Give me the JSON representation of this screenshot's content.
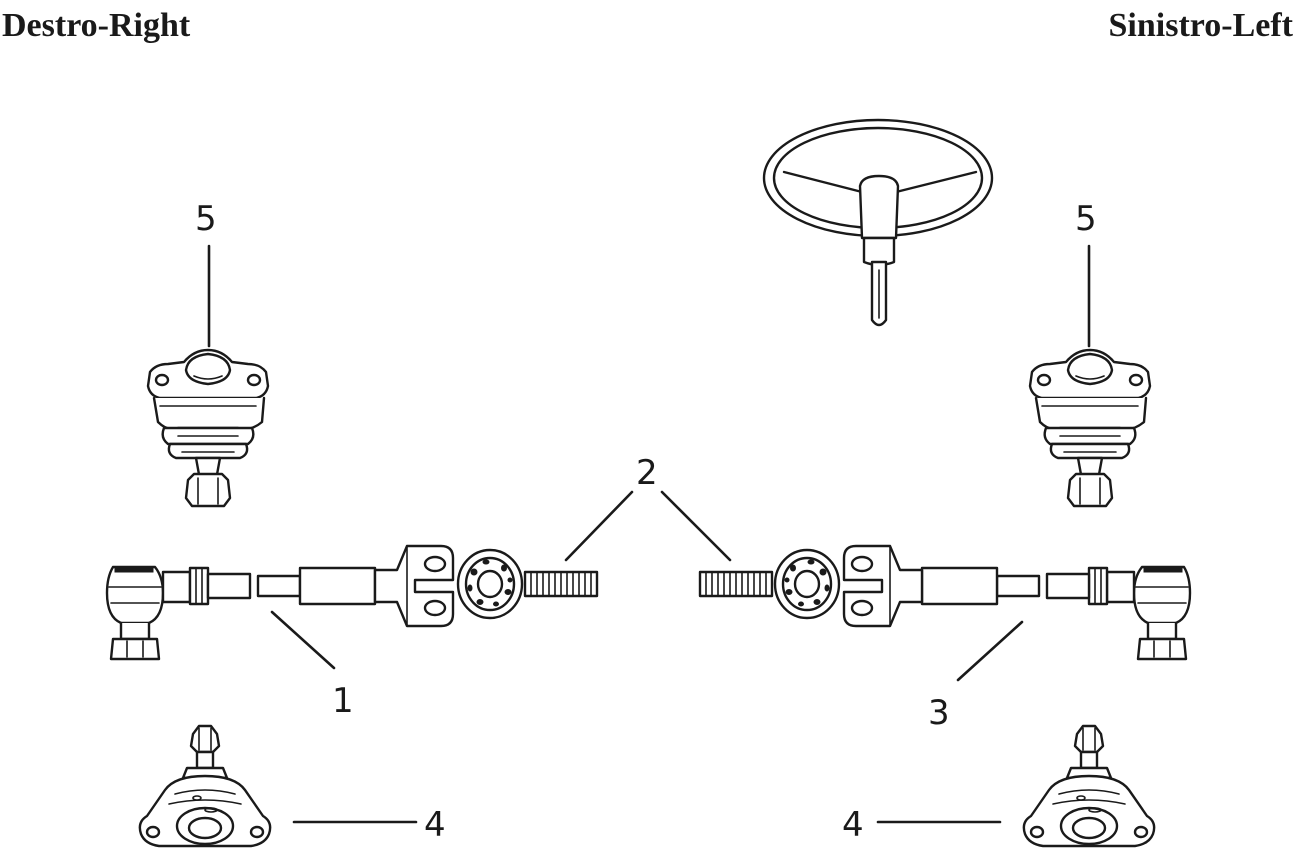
{
  "titles": {
    "right": "Destro-Right",
    "left": "Sinistro-Left"
  },
  "callouts": {
    "c1": "1",
    "c2": "2",
    "c3": "3",
    "c4_left": "4",
    "c4_right": "4",
    "c5_left": "5",
    "c5_right": "5"
  }
}
